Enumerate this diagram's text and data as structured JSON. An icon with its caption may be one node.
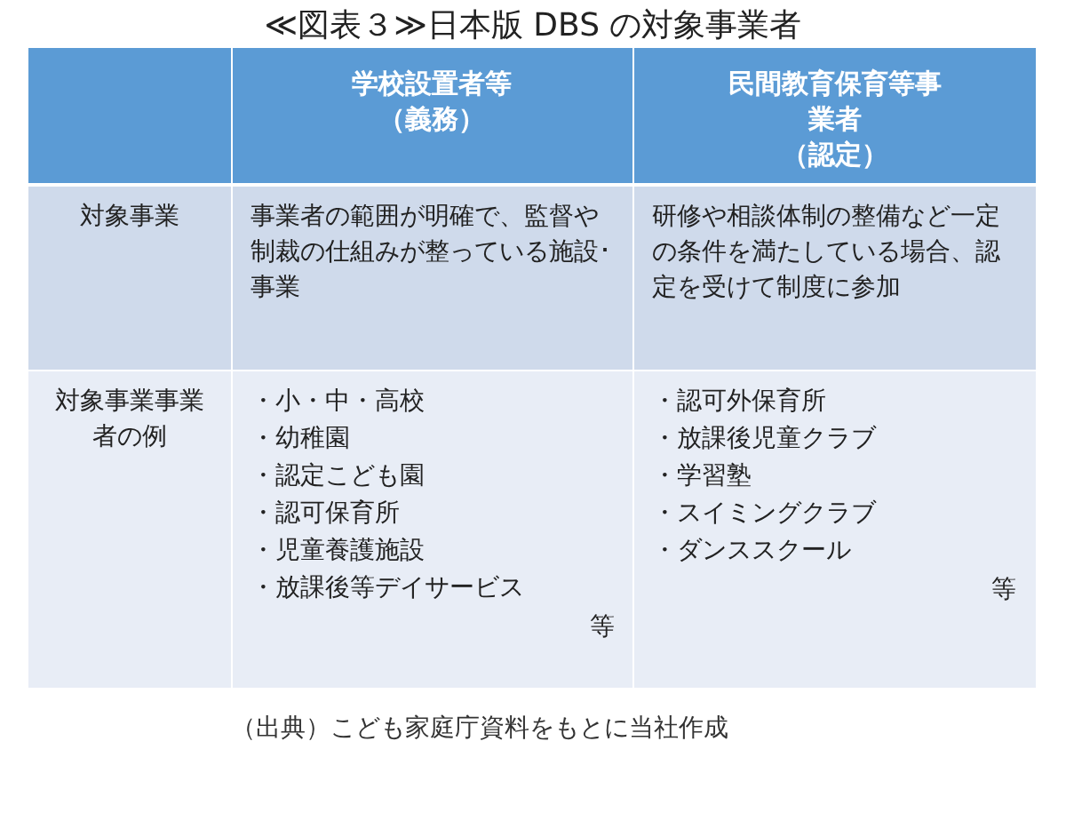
{
  "diagram": {
    "title": "≪図表３≫日本版 DBS の対象事業者",
    "caption": "（出典）こども家庭庁資料をもとに当社作成",
    "labels": [
      "学校設置者等",
      "（義務）",
      "民間教育保育等事業者",
      "（認定）",
      "対象事業",
      "事業者の範囲が明確で、監督や制裁の仕組みが整っている施設･事業",
      "研修や相談体制の整備など一定の条件を満たしている場合、認定を受けて制度に参加",
      "対象事業事業者の例",
      "・小・中・高校",
      "・幼稚園",
      "・認定こども園",
      "・認可保育所",
      "・児童養護施設",
      "・放課後等デイサービス",
      "等",
      "・認可外保育所",
      "・放課後児童クラブ",
      "・学習塾",
      "・スイミングクラブ",
      "・ダンススクール",
      "等"
    ]
  }
}
